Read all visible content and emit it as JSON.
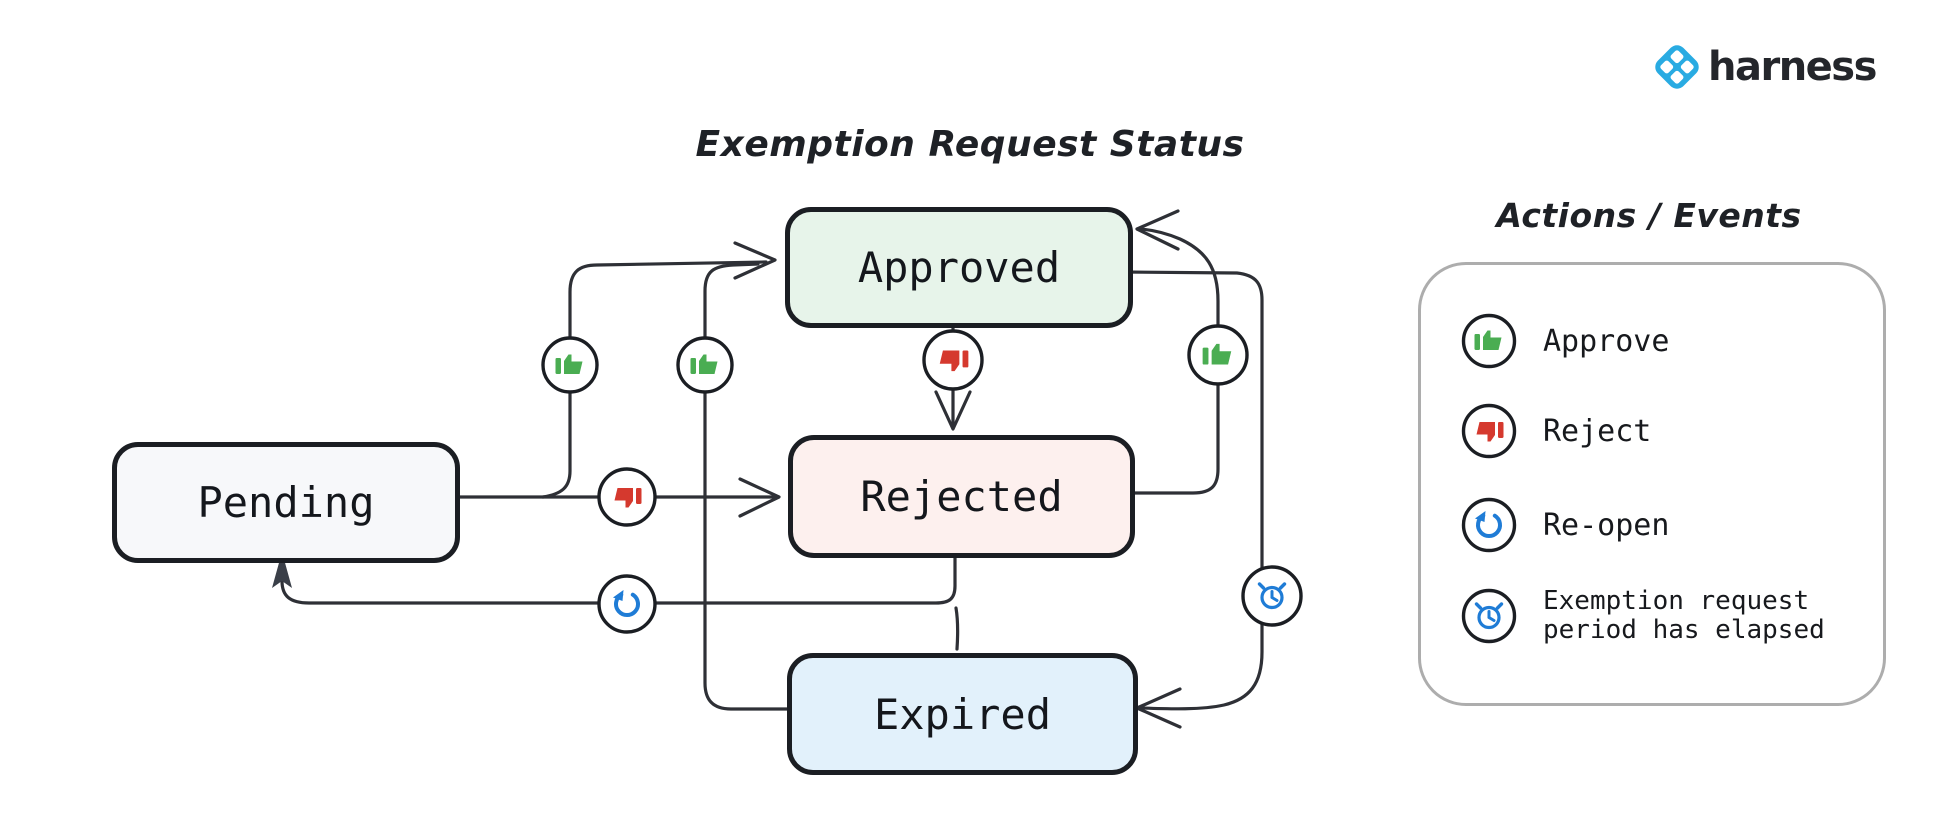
{
  "logo": {
    "text": "harness",
    "icon": "harness-diamond-icon",
    "brand_color": "#29abe2",
    "text_color": "#24262b"
  },
  "diagram": {
    "title": "Exemption Request Status",
    "states": [
      {
        "id": "pending",
        "label": "Pending",
        "fill": "#f7f8fa"
      },
      {
        "id": "approved",
        "label": "Approved",
        "fill": "#e7f4ea"
      },
      {
        "id": "rejected",
        "label": "Rejected",
        "fill": "#fdf0ee"
      },
      {
        "id": "expired",
        "label": "Expired",
        "fill": "#e2f1fb"
      }
    ],
    "transitions": [
      {
        "from": "Pending",
        "to": "Approved",
        "action": "Approve",
        "icon": "thumbs-up-icon"
      },
      {
        "from": "Pending",
        "to": "Rejected",
        "action": "Reject",
        "icon": "thumbs-down-icon"
      },
      {
        "from": "Approved",
        "to": "Rejected",
        "action": "Reject",
        "icon": "thumbs-down-icon"
      },
      {
        "from": "Rejected",
        "to": "Approved",
        "action": "Approve",
        "icon": "thumbs-up-icon"
      },
      {
        "from": "Rejected",
        "to": "Pending",
        "action": "Re-open",
        "icon": "reopen-icon"
      },
      {
        "from": "Rejected",
        "to": "Expired",
        "action": "",
        "icon": ""
      },
      {
        "from": "Expired",
        "to": "Approved",
        "action": "Approve",
        "icon": "thumbs-up-icon"
      },
      {
        "from": "Approved",
        "to": "Expired",
        "action": "Exemption request period has elapsed",
        "icon": "alarm-clock-icon"
      }
    ]
  },
  "legend": {
    "title": "Actions / Events",
    "items": [
      {
        "icon": "thumbs-up-icon",
        "label": "Approve",
        "color": "#4aad52"
      },
      {
        "icon": "thumbs-down-icon",
        "label": "Reject",
        "color": "#d5392e"
      },
      {
        "icon": "reopen-icon",
        "label": "Re-open",
        "color": "#1f7cd6"
      },
      {
        "icon": "alarm-clock-icon",
        "label": "Exemption request period has elapsed",
        "label_line1": "Exemption request",
        "label_line2": "period has elapsed",
        "color": "#1f7cd6"
      }
    ]
  },
  "colors": {
    "edge_line": "#2e3036",
    "box_border": "#1b1e23",
    "approve_green": "#4aad52",
    "reject_red": "#d5392e",
    "action_blue": "#1f7cd6",
    "legend_border": "#adadad"
  }
}
